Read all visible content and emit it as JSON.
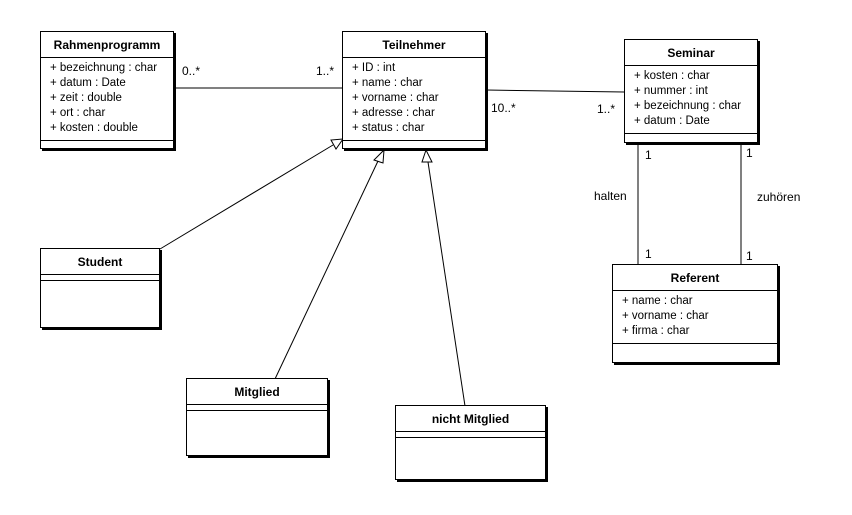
{
  "classes": {
    "rahmenprogramm": {
      "name": "Rahmenprogramm",
      "attributes": [
        "+ bezeichnung : char",
        "+ datum : Date",
        "+ zeit : double",
        "+ ort : char",
        "+ kosten : double"
      ]
    },
    "teilnehmer": {
      "name": "Teilnehmer",
      "attributes": [
        "+ ID : int",
        "+ name : char",
        "+ vorname : char",
        "+ adresse : char",
        "+ status : char"
      ]
    },
    "seminar": {
      "name": "Seminar",
      "attributes": [
        "+ kosten : char",
        "+ nummer : int",
        "+ bezeichnung : char",
        "+ datum : Date"
      ]
    },
    "referent": {
      "name": "Referent",
      "attributes": [
        "+ name : char",
        "+ vorname : char",
        "+ firma : char"
      ]
    },
    "student": {
      "name": "Student",
      "attributes": []
    },
    "mitglied": {
      "name": "Mitglied",
      "attributes": []
    },
    "nicht_mitglied": {
      "name": "nicht Mitglied",
      "attributes": []
    }
  },
  "associations": {
    "rahmen_teilnehmer": {
      "mult_rahmen": "0..*",
      "mult_teilnehmer": "1..*"
    },
    "teilnehmer_seminar": {
      "mult_teilnehmer": "10..*",
      "mult_seminar": "1..*"
    },
    "halten": {
      "role": "halten",
      "mult_seminar": "1",
      "mult_referent": "1"
    },
    "zuhoeren": {
      "role": "zuhören",
      "mult_seminar": "1",
      "mult_referent": "1"
    }
  },
  "generalizations": [
    "student → teilnehmer",
    "mitglied → teilnehmer",
    "nicht_mitglied → teilnehmer"
  ]
}
